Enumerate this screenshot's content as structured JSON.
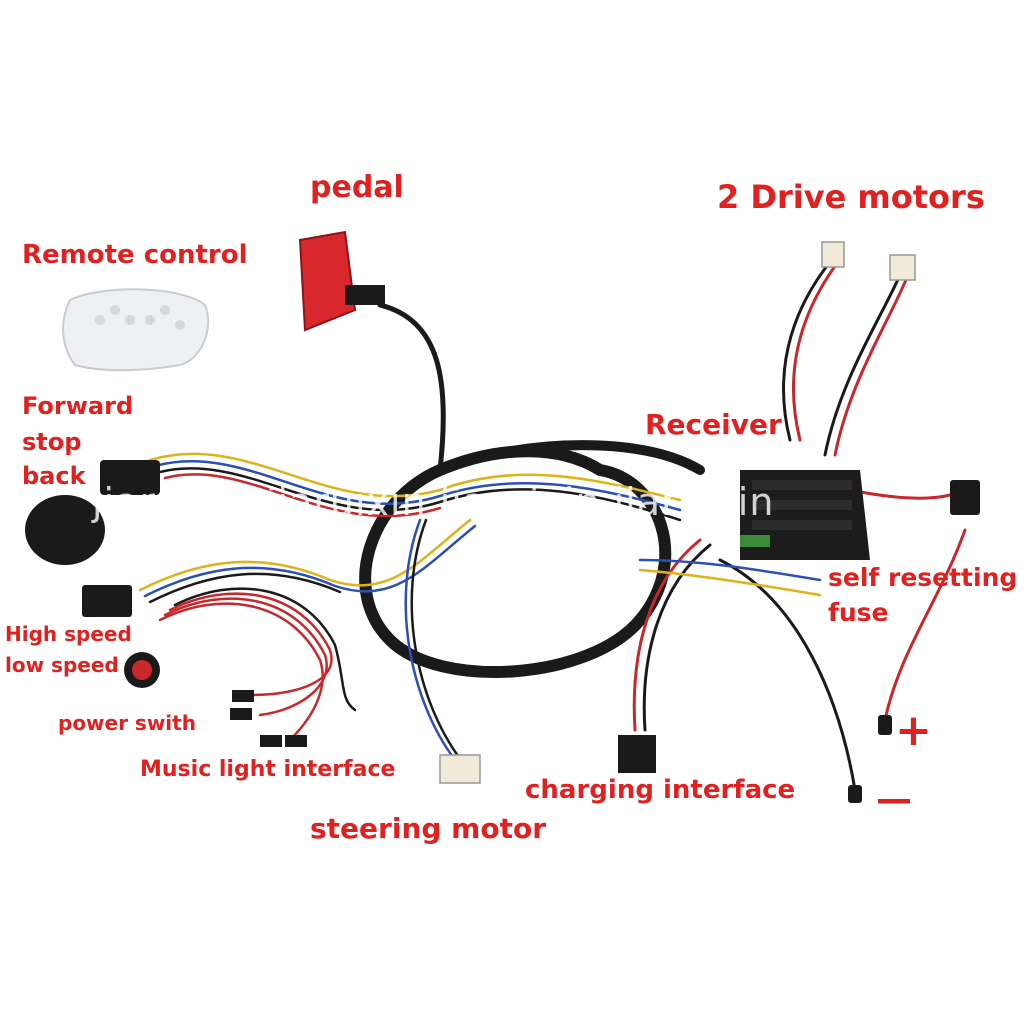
{
  "labels": {
    "pedal": "pedal",
    "drive_motors": "2 Drive motors",
    "remote_control": "Remote control",
    "forward": "Forward",
    "stop": "stop",
    "back": "back",
    "receiver": "Receiver",
    "fuse_line1": "self resetting",
    "fuse_line2": "fuse",
    "high_speed": "High speed",
    "low_speed": "low speed",
    "power_switch": "power swith",
    "music_light": "Music light interface",
    "charging": "charging interface",
    "steering": "steering motor",
    "plus": "+",
    "minus": "—"
  },
  "watermark": "jiaruixin  jiaruixin  jiaruixin   jiaruixin",
  "colors": {
    "label_red": "#e0211f",
    "wire_black": "#1a1a1a",
    "wire_red": "#c8282c",
    "wire_blue": "#2b4fb5",
    "wire_yellow": "#e0b21a",
    "pedal_red": "#d8282e"
  }
}
